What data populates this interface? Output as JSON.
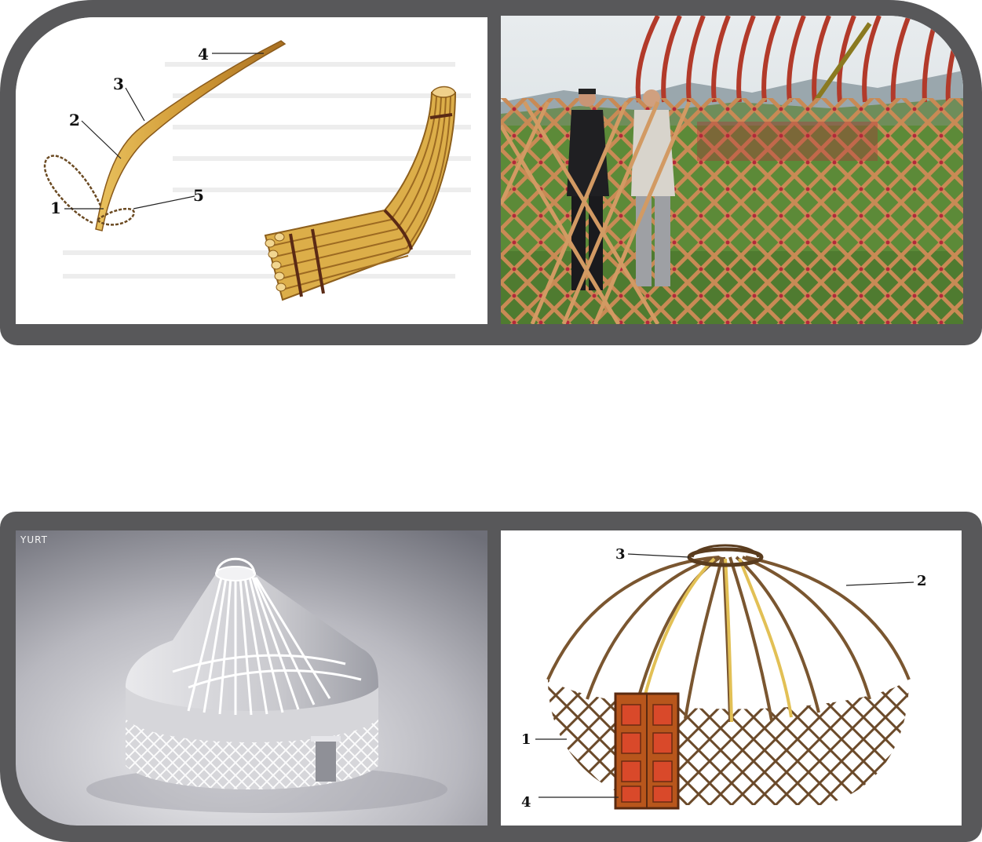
{
  "top_left": {
    "labels": [
      "1",
      "2",
      "3",
      "4",
      "5"
    ]
  },
  "bottom_left": {
    "logo_text": "YURT"
  },
  "bottom_right": {
    "labels": [
      "1",
      "2",
      "3",
      "4"
    ]
  },
  "colors": {
    "frame": "#58585a",
    "wood": "#d2a24a",
    "lattice": "#b8743f",
    "lattice_ties": "#b4283a",
    "grass": "#5c8a38",
    "door": "#c8451f"
  }
}
